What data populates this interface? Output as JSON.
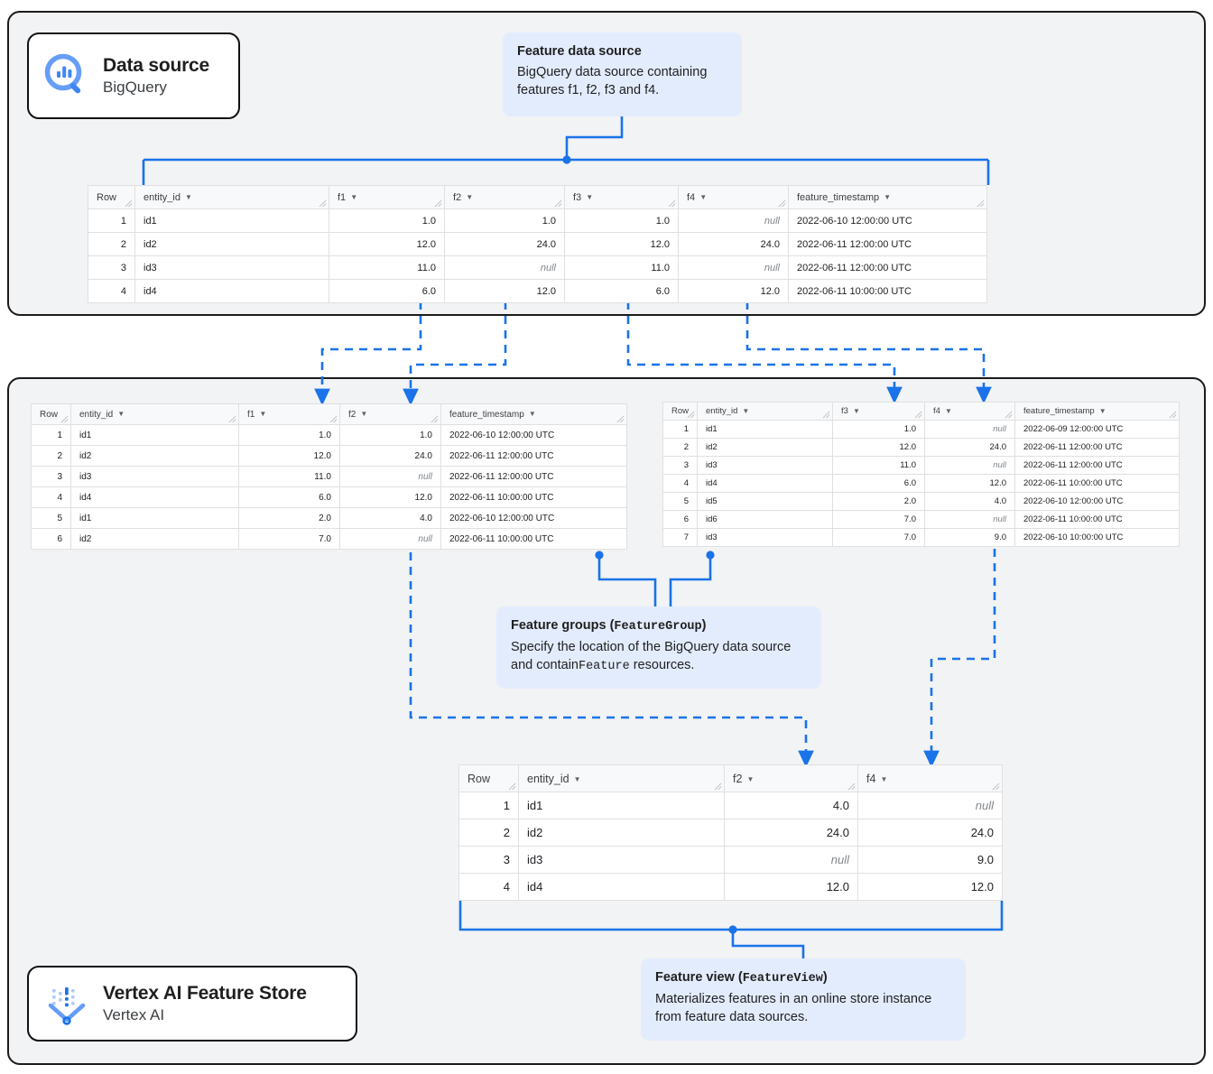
{
  "panels": {
    "datasource_label": "Data source panel",
    "featurestore_label": "Vertex AI Feature Store panel"
  },
  "chips": [
    {
      "id": "bigquery",
      "title": "Data source",
      "subtitle": "BigQuery",
      "icon": "bigquery-magnifier-icon"
    },
    {
      "id": "vertex",
      "title": "Vertex AI Feature Store",
      "subtitle": "Vertex AI",
      "icon": "vertex-ai-icon"
    }
  ],
  "callouts": {
    "feature_data_source": {
      "title": "Feature data source",
      "body": "BigQuery data source containing features f1, f2, f3 and f4."
    },
    "feature_groups": {
      "title_text": "Feature groups (",
      "title_mono": "FeatureGroup",
      "title_close": ")",
      "body_pre": "Specify the location of the BigQuery data source and contain",
      "body_mono": "Feature",
      "body_post": " resources."
    },
    "feature_view": {
      "title_text": "Feature view (",
      "title_mono": "FeatureView",
      "title_close": ")",
      "body": "Materializes features in an online store instance from feature data sources."
    }
  },
  "tables": {
    "source": {
      "name": "feature-data-source-table",
      "columns": [
        "Row",
        "entity_id",
        "f1",
        "f2",
        "f3",
        "f4",
        "feature_timestamp"
      ],
      "rows": [
        {
          "row": "1",
          "entity_id": "id1",
          "f1": "1.0",
          "f2": "1.0",
          "f3": "1.0",
          "f4": "null",
          "feature_timestamp": "2022-06-10 12:00:00 UTC"
        },
        {
          "row": "2",
          "entity_id": "id2",
          "f1": "12.0",
          "f2": "24.0",
          "f3": "12.0",
          "f4": "24.0",
          "feature_timestamp": "2022-06-11 12:00:00 UTC"
        },
        {
          "row": "3",
          "entity_id": "id3",
          "f1": "11.0",
          "f2": "null",
          "f3": "11.0",
          "f4": "null",
          "feature_timestamp": "2022-06-11 12:00:00 UTC"
        },
        {
          "row": "4",
          "entity_id": "id4",
          "f1": "6.0",
          "f2": "12.0",
          "f3": "6.0",
          "f4": "12.0",
          "feature_timestamp": "2022-06-11 10:00:00 UTC"
        }
      ]
    },
    "feature_group_1": {
      "name": "feature-group-1-table",
      "columns": [
        "Row",
        "entity_id",
        "f1",
        "f2",
        "feature_timestamp"
      ],
      "rows": [
        {
          "row": "1",
          "entity_id": "id1",
          "f1": "1.0",
          "f2": "1.0",
          "feature_timestamp": "2022-06-10 12:00:00 UTC"
        },
        {
          "row": "2",
          "entity_id": "id2",
          "f1": "12.0",
          "f2": "24.0",
          "feature_timestamp": "2022-06-11 12:00:00 UTC"
        },
        {
          "row": "3",
          "entity_id": "id3",
          "f1": "11.0",
          "f2": "null",
          "feature_timestamp": "2022-06-11 12:00:00 UTC"
        },
        {
          "row": "4",
          "entity_id": "id4",
          "f1": "6.0",
          "f2": "12.0",
          "feature_timestamp": "2022-06-11 10:00:00 UTC"
        },
        {
          "row": "5",
          "entity_id": "id1",
          "f1": "2.0",
          "f2": "4.0",
          "feature_timestamp": "2022-06-10 12:00:00 UTC"
        },
        {
          "row": "6",
          "entity_id": "id2",
          "f1": "7.0",
          "f2": "null",
          "feature_timestamp": "2022-06-11 10:00:00 UTC"
        }
      ]
    },
    "feature_group_2": {
      "name": "feature-group-2-table",
      "columns": [
        "Row",
        "entity_id",
        "f3",
        "f4",
        "feature_timestamp"
      ],
      "rows": [
        {
          "row": "1",
          "entity_id": "id1",
          "f3": "1.0",
          "f4": "null",
          "feature_timestamp": "2022-06-09 12:00:00 UTC"
        },
        {
          "row": "2",
          "entity_id": "id2",
          "f3": "12.0",
          "f4": "24.0",
          "feature_timestamp": "2022-06-11 12:00:00 UTC"
        },
        {
          "row": "3",
          "entity_id": "id3",
          "f3": "11.0",
          "f4": "null",
          "feature_timestamp": "2022-06-11 12:00:00 UTC"
        },
        {
          "row": "4",
          "entity_id": "id4",
          "f3": "6.0",
          "f4": "12.0",
          "feature_timestamp": "2022-06-11 10:00:00 UTC"
        },
        {
          "row": "5",
          "entity_id": "id5",
          "f3": "2.0",
          "f4": "4.0",
          "feature_timestamp": "2022-06-10 12:00:00 UTC"
        },
        {
          "row": "6",
          "entity_id": "id6",
          "f3": "7.0",
          "f4": "null",
          "feature_timestamp": "2022-06-11 10:00:00 UTC"
        },
        {
          "row": "7",
          "entity_id": "id3",
          "f3": "7.0",
          "f4": "9.0",
          "feature_timestamp": "2022-06-10 10:00:00 UTC"
        }
      ]
    },
    "feature_view": {
      "name": "feature-view-table",
      "columns": [
        "Row",
        "entity_id",
        "f2",
        "f4"
      ],
      "rows": [
        {
          "row": "1",
          "entity_id": "id1",
          "f2": "4.0",
          "f4": "null"
        },
        {
          "row": "2",
          "entity_id": "id2",
          "f2": "24.0",
          "f4": "24.0"
        },
        {
          "row": "3",
          "entity_id": "id3",
          "f2": "null",
          "f4": "9.0"
        },
        {
          "row": "4",
          "entity_id": "id4",
          "f2": "12.0",
          "f4": "12.0"
        }
      ]
    }
  },
  "colors": {
    "accent_blue": "#1a73e8",
    "callout_bg": "#e3ecfd",
    "panel_bg": "#f1f3f4",
    "panel_border": "#1b1b1b",
    "table_border": "#dadce0",
    "header_bg": "#f8f9fa"
  }
}
